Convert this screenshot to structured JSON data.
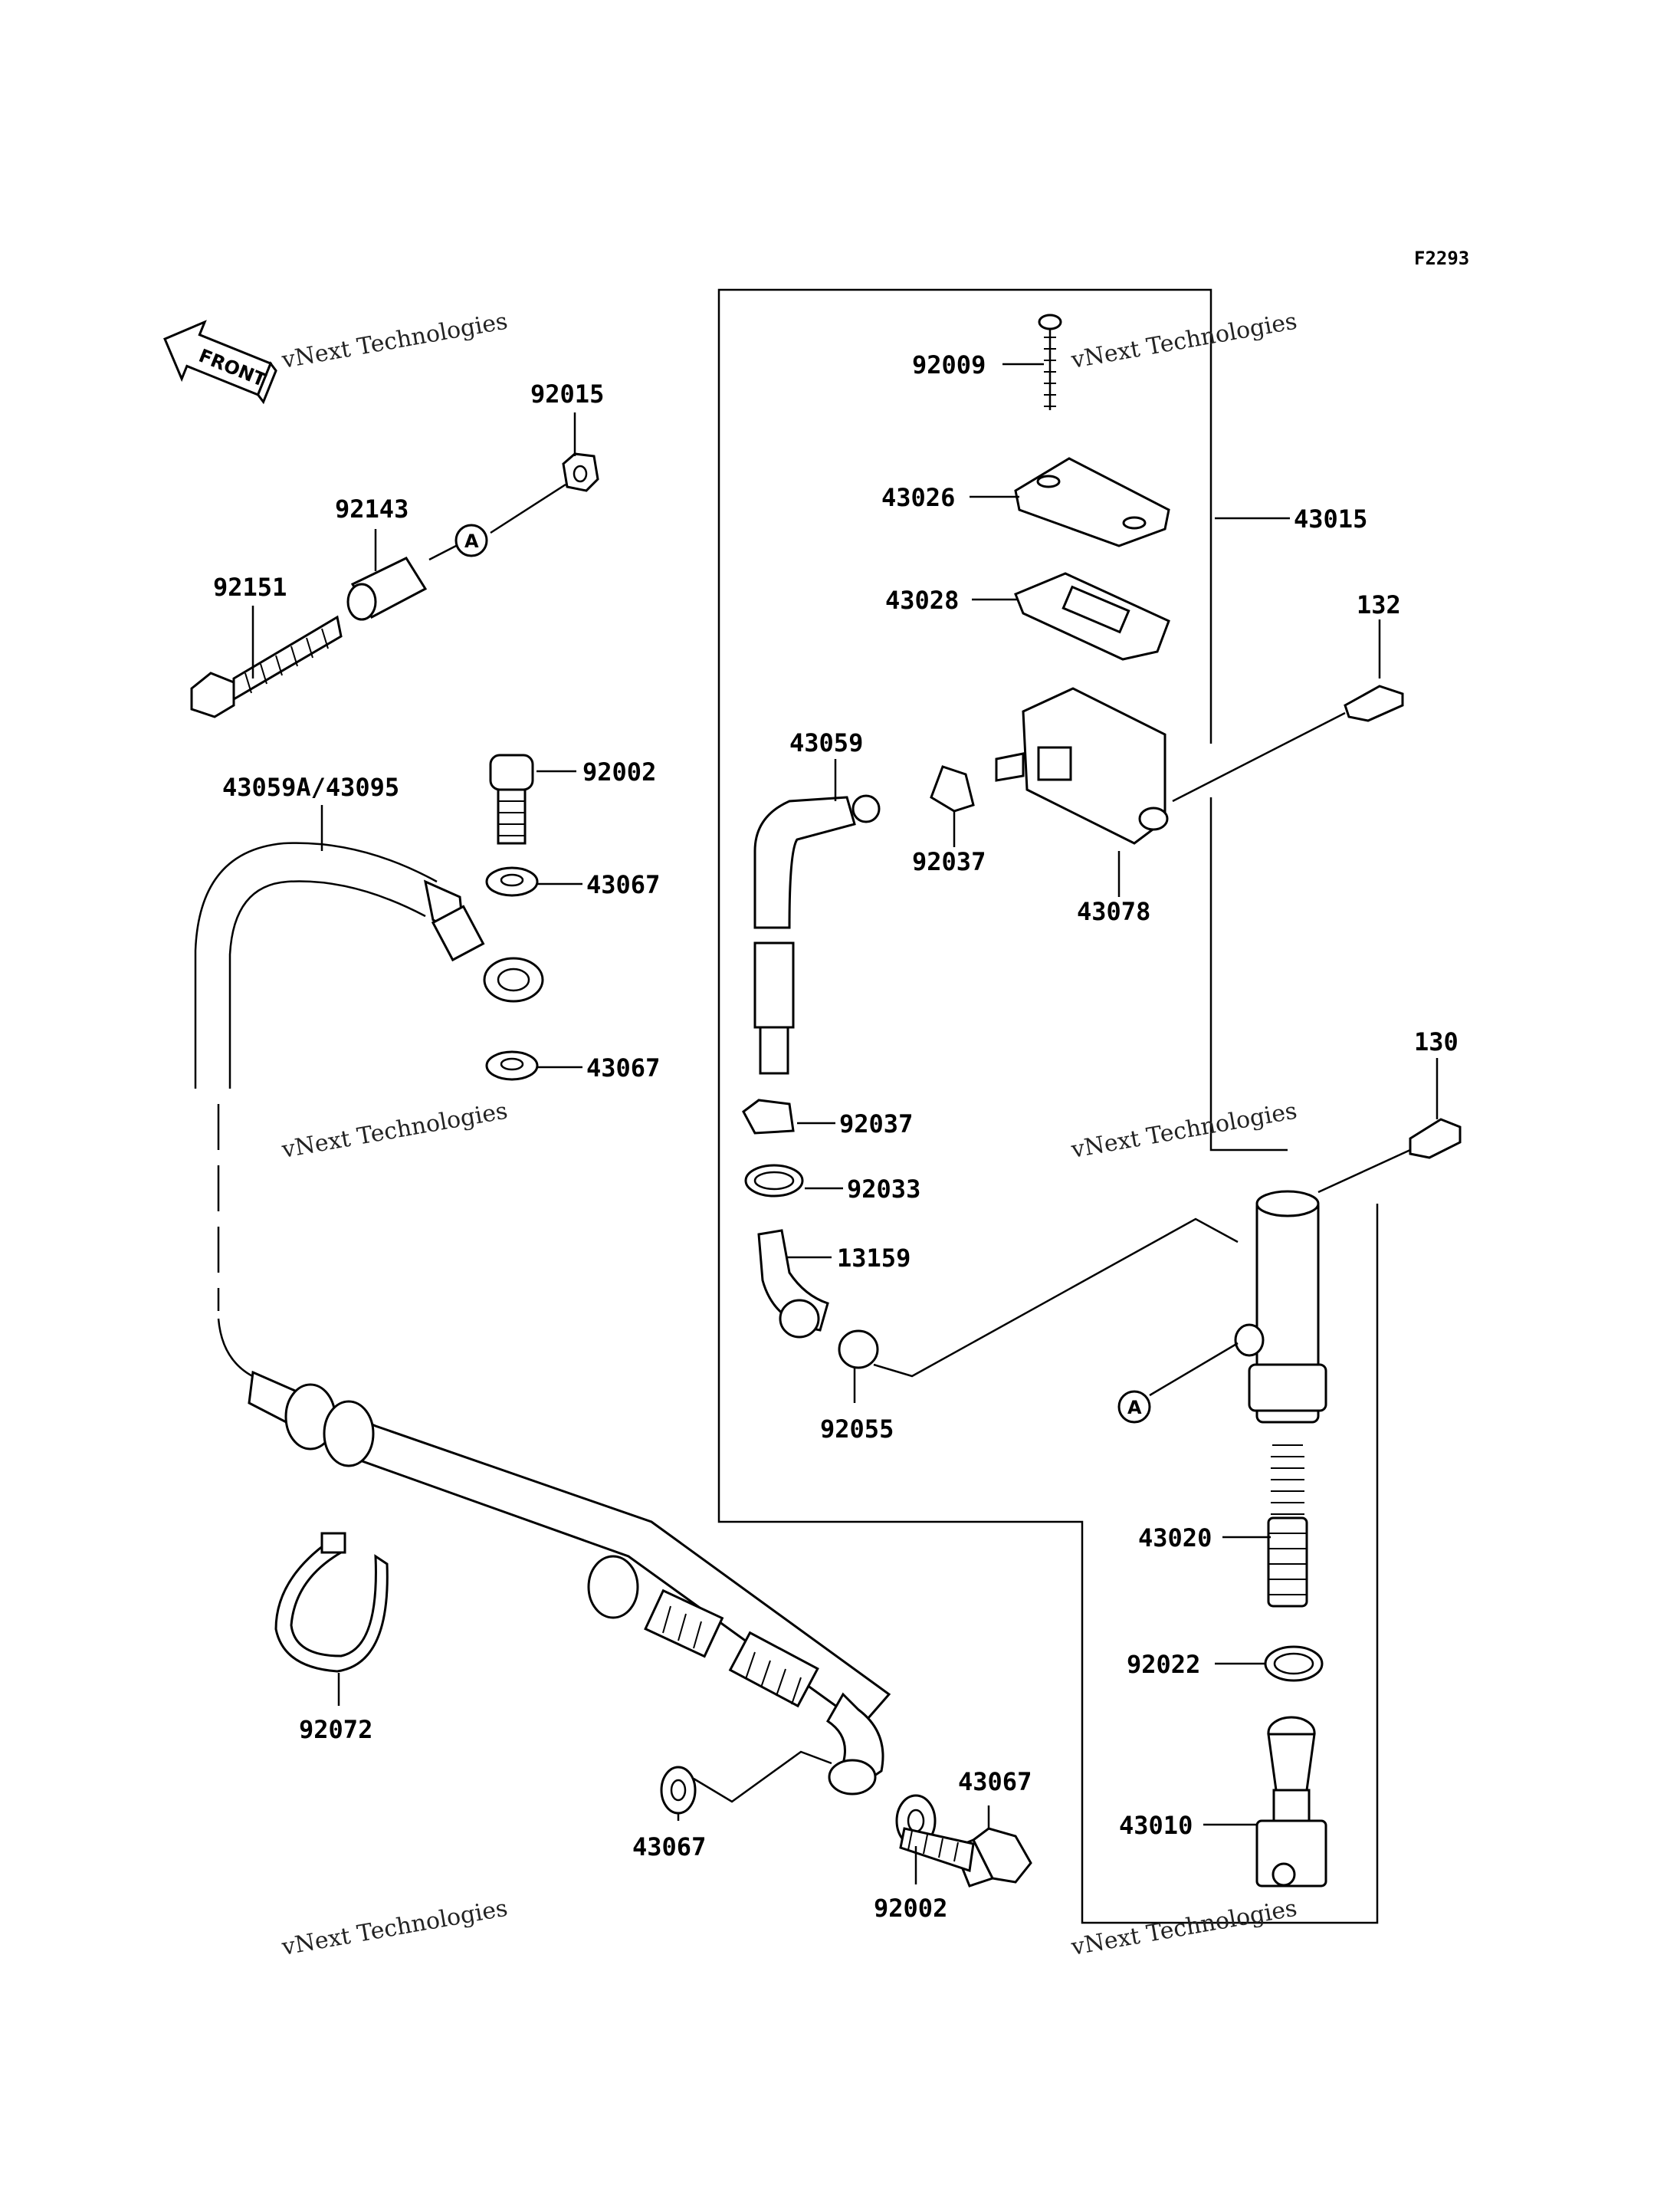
{
  "figure_id": "F2293",
  "front_label": "FRONT",
  "watermark": {
    "line1": "vNext Technologies",
    "line2": "vNext",
    "line3": "Technologies"
  },
  "circle_ref": "A",
  "parts": [
    {
      "id": "p92009",
      "number": "92009"
    },
    {
      "id": "p43026",
      "number": "43026"
    },
    {
      "id": "p43015",
      "number": "43015"
    },
    {
      "id": "p43028",
      "number": "43028"
    },
    {
      "id": "p132",
      "number": "132"
    },
    {
      "id": "p43059",
      "number": "43059"
    },
    {
      "id": "p92037a",
      "number": "92037"
    },
    {
      "id": "p43078",
      "number": "43078"
    },
    {
      "id": "p130",
      "number": "130"
    },
    {
      "id": "p92037b",
      "number": "92037"
    },
    {
      "id": "p92033",
      "number": "92033"
    },
    {
      "id": "p13159",
      "number": "13159"
    },
    {
      "id": "p92055",
      "number": "92055"
    },
    {
      "id": "p43020",
      "number": "43020"
    },
    {
      "id": "p92022",
      "number": "92022"
    },
    {
      "id": "p43010",
      "number": "43010"
    },
    {
      "id": "p92015",
      "number": "92015"
    },
    {
      "id": "p92143",
      "number": "92143"
    },
    {
      "id": "p92151",
      "number": "92151"
    },
    {
      "id": "p92002a",
      "number": "92002"
    },
    {
      "id": "p43059A",
      "number": "43059A/43095"
    },
    {
      "id": "p43067a",
      "number": "43067"
    },
    {
      "id": "p43067b",
      "number": "43067"
    },
    {
      "id": "p92072",
      "number": "92072"
    },
    {
      "id": "p43067c",
      "number": "43067"
    },
    {
      "id": "p92002b",
      "number": "92002"
    },
    {
      "id": "p43067d",
      "number": "43067"
    }
  ]
}
